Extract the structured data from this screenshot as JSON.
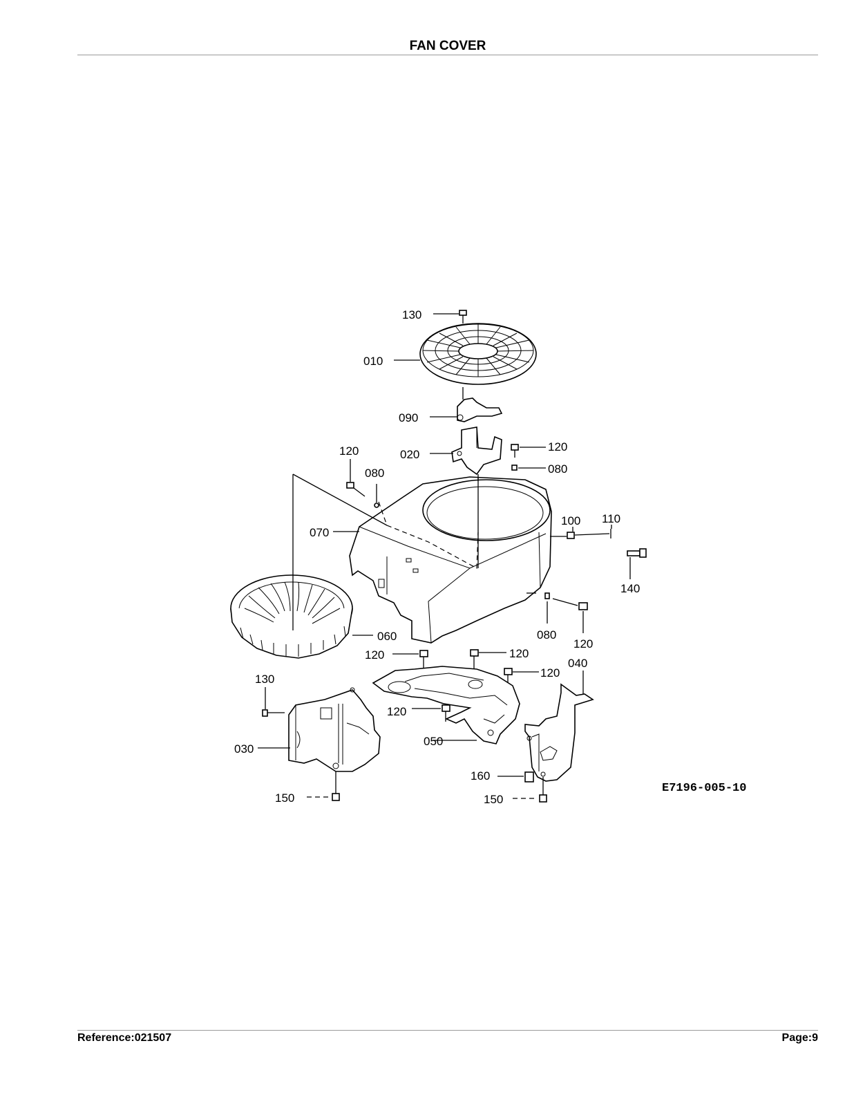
{
  "header": {
    "title": "FAN COVER"
  },
  "footer": {
    "reference": "Reference:021507",
    "page": "Page:9"
  },
  "diagram": {
    "code": "E7196-005-10",
    "callouts": {
      "c130_top": "130",
      "c010": "010",
      "c090": "090",
      "c020": "020",
      "c120_a": "120",
      "c080_a": "080",
      "c120_b": "120",
      "c080_b": "080",
      "c070": "070",
      "c100": "100",
      "c110": "110",
      "c140": "140",
      "c060": "060",
      "c080_c": "080",
      "c120_c": "120",
      "c120_d": "120",
      "c120_e": "120",
      "c120_f": "120",
      "c040": "040",
      "c130_bottom": "130",
      "c120_g": "120",
      "c030": "030",
      "c050": "050",
      "c160": "160",
      "c150_a": "150",
      "c150_b": "150"
    }
  }
}
